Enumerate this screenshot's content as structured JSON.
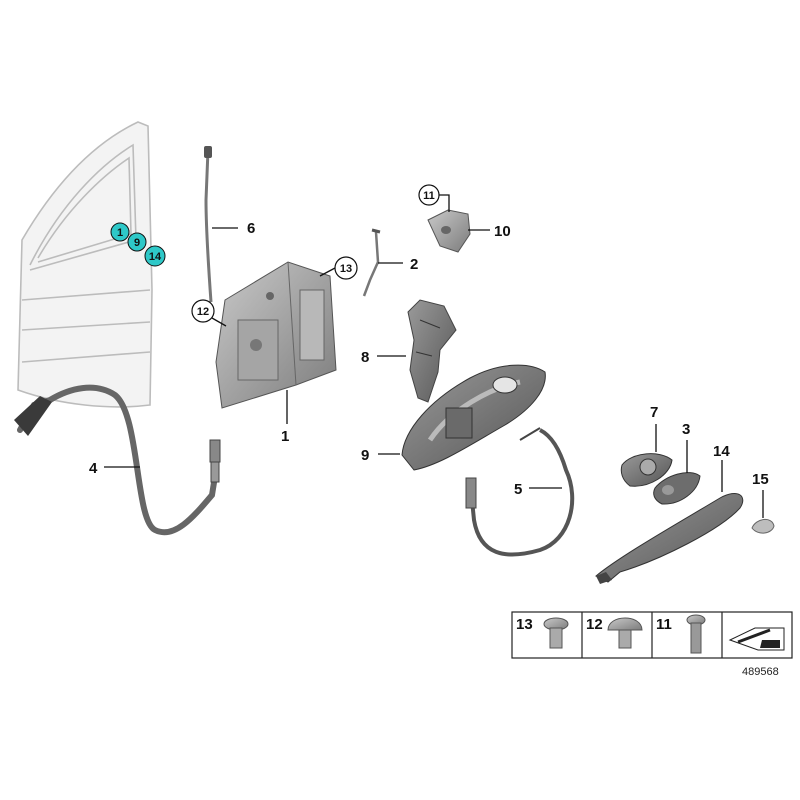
{
  "callouts": {
    "door": [
      "1",
      "9",
      "14"
    ],
    "p1": "1",
    "p2": "2",
    "p3": "3",
    "p4": "4",
    "p5": "5",
    "p6": "6",
    "p7": "7",
    "p8": "8",
    "p9": "9",
    "p10": "10",
    "p11": "11",
    "p12": "12",
    "p13": "13",
    "p14": "14",
    "p15": "15"
  },
  "fastener_table": {
    "cells": [
      "13",
      "12",
      "11"
    ]
  },
  "diagram_number": "489568",
  "colors": {
    "highlight": "#2ec8c8",
    "part": "#8a8a8a",
    "door_line": "#bcbcbc"
  }
}
